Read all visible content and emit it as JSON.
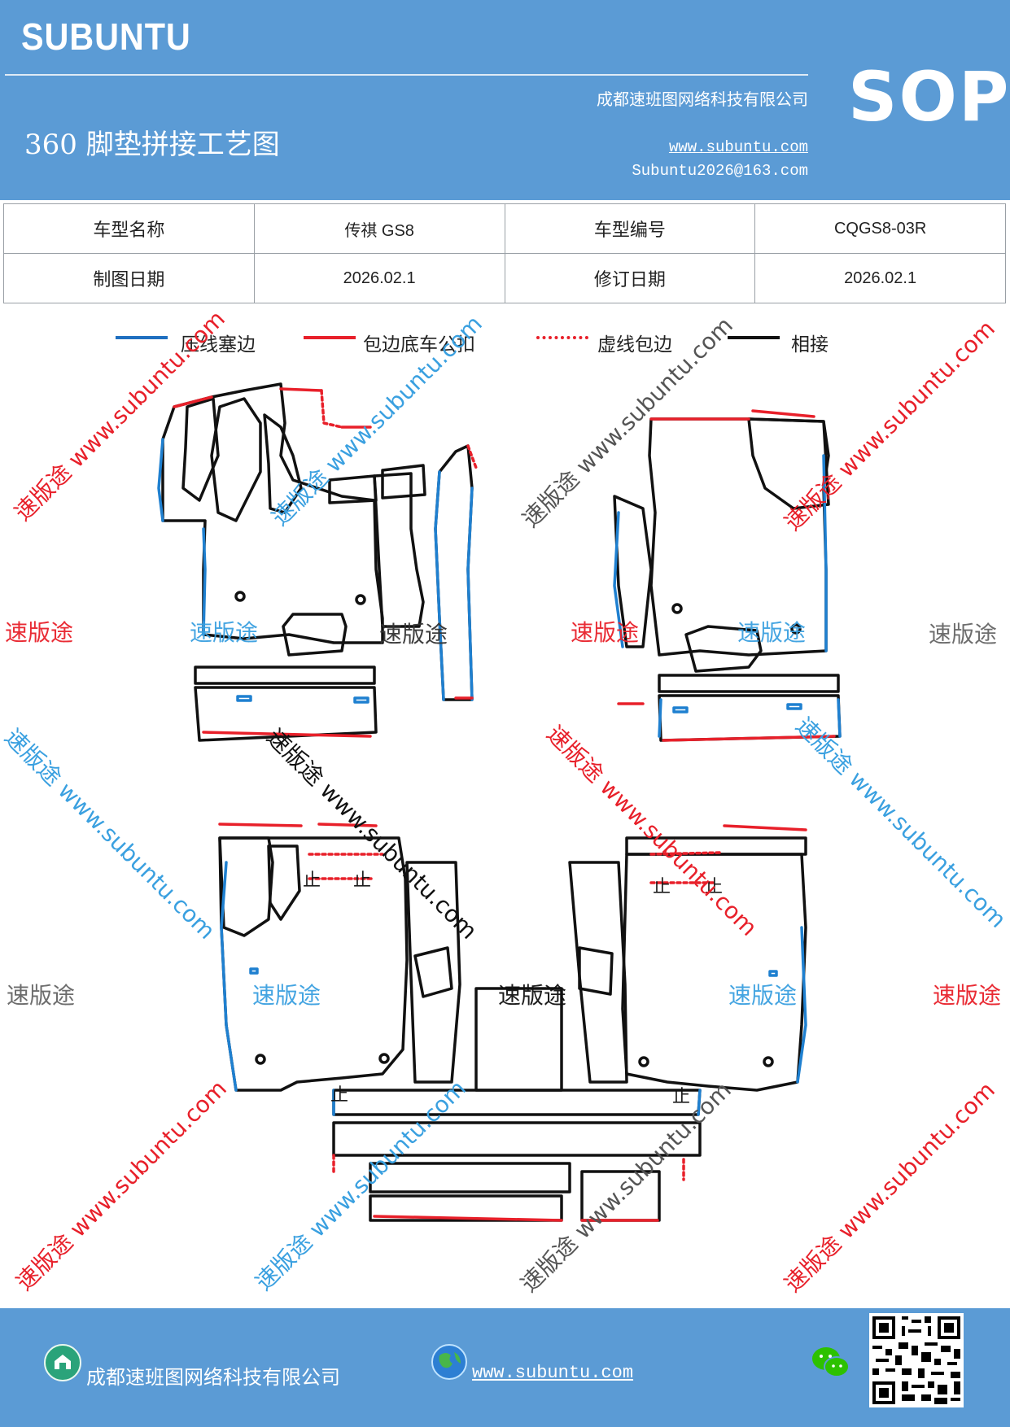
{
  "header": {
    "brand": "SUBUNTU",
    "company": "成都速班图网络科技有限公司",
    "title": "360 脚垫拼接工艺图",
    "website": "www.subuntu.com",
    "email": "Subuntu2026@163.com",
    "sop": "SOP"
  },
  "info_table": {
    "rows": [
      {
        "label1": "车型名称",
        "value1": "传祺 GS8",
        "label2": "车型编号",
        "value2": "CQGS8-03R"
      },
      {
        "label1": "制图日期",
        "value1": "2026.02.1",
        "label2": "修订日期",
        "value2": "2026.02.1"
      }
    ]
  },
  "legend": [
    {
      "label": "压线塞边",
      "color": "#1f6fc0",
      "style": "solid"
    },
    {
      "label": "包边底车公扣",
      "color": "#e8202a",
      "style": "solid"
    },
    {
      "label": "虚线包边",
      "color": "#e8202a",
      "style": "dotted"
    },
    {
      "label": "相接",
      "color": "#111111",
      "style": "solid"
    }
  ],
  "watermark": {
    "brand": "速版途",
    "url": "www.subuntu.com",
    "mark_stop": "止"
  },
  "colors": {
    "header_bg": "#5b9bd5",
    "wm_red": "#e8202a",
    "wm_blue": "#3aa0e0",
    "wm_gray": "#666666"
  },
  "footer": {
    "company": "成都速班图网络科技有限公司",
    "website": "www.subuntu.com",
    "icons": [
      "company-logo-icon",
      "globe-icon",
      "wechat-icon",
      "qr-code"
    ]
  }
}
